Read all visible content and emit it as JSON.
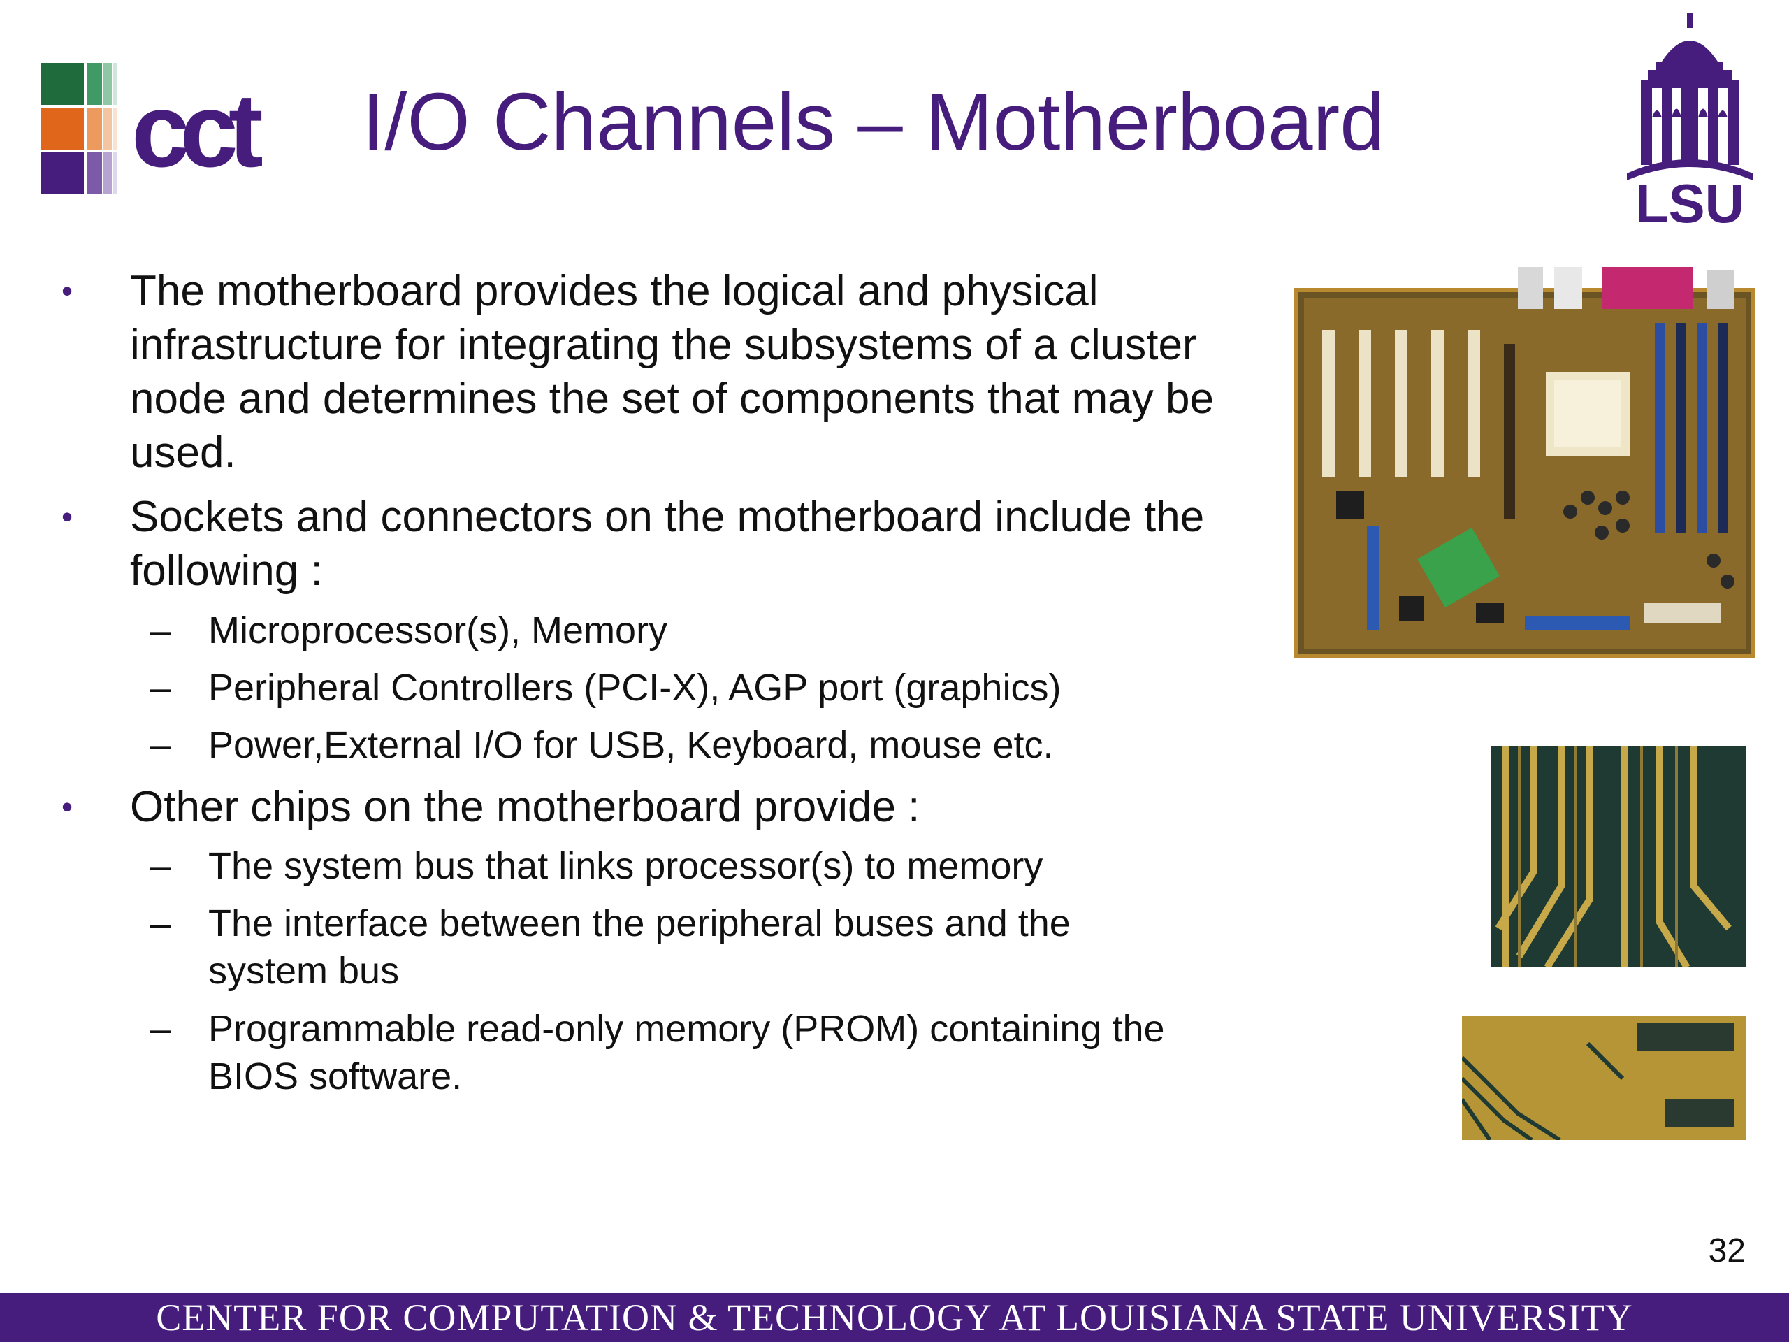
{
  "colors": {
    "purple": "#461D7C",
    "gold": "#FDD023",
    "text": "#111111"
  },
  "header": {
    "title": "I/O Channels – Motherboard",
    "cct_logo_text": "cct",
    "lsu_logo_text": "LSU"
  },
  "bullets": [
    {
      "marker": "•",
      "text": "The motherboard provides the logical and physical infrastructure for integrating the subsystems of a cluster node and determines the set of components that may be used.",
      "lines": [
        "The motherboard provides the logical and physical",
        "infrastructure for integrating the subsystems of a cluster",
        "node and determines the set of components that may be",
        "used."
      ]
    },
    {
      "marker": "•",
      "text": "Sockets and connectors on the motherboard include the following :",
      "lines": [
        "Sockets and connectors on the motherboard include the",
        "following :"
      ],
      "subitems": [
        {
          "marker": "–",
          "lines": [
            "Microprocessor(s), Memory"
          ]
        },
        {
          "marker": "–",
          "lines": [
            "Peripheral Controllers (PCI-X), AGP port (graphics)"
          ]
        },
        {
          "marker": "–",
          "lines": [
            "Power,External I/O for USB, Keyboard, mouse etc."
          ]
        }
      ]
    },
    {
      "marker": "•",
      "text": "Other chips on the motherboard provide :",
      "lines": [
        "Other chips on the motherboard provide :"
      ],
      "subitems": [
        {
          "marker": "–",
          "lines": [
            "The system bus that links processor(s) to memory"
          ]
        },
        {
          "marker": "–",
          "lines": [
            "The interface between the peripheral buses and the",
            "system bus"
          ]
        },
        {
          "marker": "–",
          "lines": [
            "Programmable read-only memory (PROM) containing the",
            "BIOS software."
          ]
        }
      ]
    }
  ],
  "images": {
    "motherboard": "motherboard photo",
    "closeup_1": "circuit board close-up",
    "closeup_2": "circuit board close-up"
  },
  "footer": {
    "page_number": "32",
    "banner": "CENTER FOR COMPUTATION & TECHNOLOGY AT LOUISIANA STATE UNIVERSITY"
  }
}
